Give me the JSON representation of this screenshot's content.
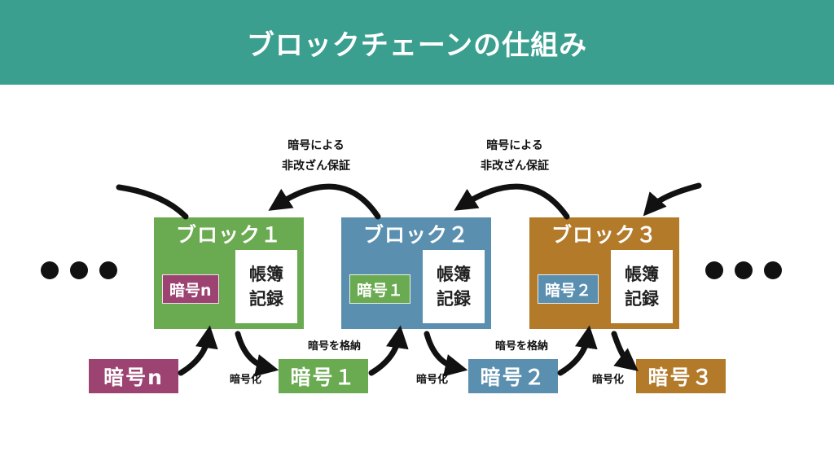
{
  "title": "ブロックチェーンの仕組み",
  "colors": {
    "header": "#3a9f8f",
    "green": "#6aaa50",
    "blue": "#5a8fb0",
    "orange": "#b37a2a",
    "purple": "#9c4372"
  },
  "blocks": [
    {
      "title": "ブロック１",
      "tag": "暗号n",
      "ledger_line1": "帳簿",
      "ledger_line2": "記録"
    },
    {
      "title": "ブロック２",
      "tag": "暗号１",
      "ledger_line1": "帳簿",
      "ledger_line2": "記録"
    },
    {
      "title": "ブロック３",
      "tag": "暗号２",
      "ledger_line1": "帳簿",
      "ledger_line2": "記録"
    }
  ],
  "ciphers": [
    "暗号n",
    "暗号１",
    "暗号２",
    "暗号３"
  ],
  "labels": {
    "guarantee_line1": "暗号による",
    "guarantee_line2": "非改ざん保証",
    "store": "暗号を格納",
    "encrypt": "暗号化"
  }
}
